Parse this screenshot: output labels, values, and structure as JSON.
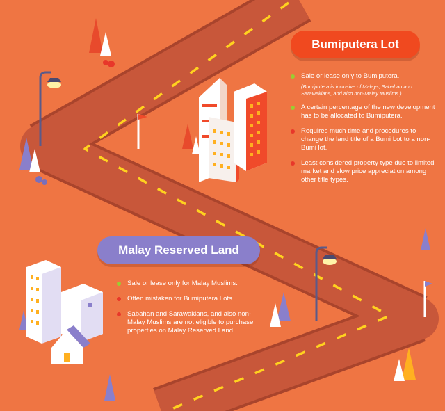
{
  "colors": {
    "background": "#ef7543",
    "road": "#c8573a",
    "road_edge": "#a9442c",
    "dash": "#ffd21f",
    "bumi_pill": "#f0491f",
    "malay_pill": "#8a7fcb",
    "bullet_green": "#9acd32",
    "bullet_red": "#e8372a"
  },
  "bumiputera": {
    "title": "Bumiputera Lot",
    "items": [
      {
        "text": "Sale or lease only to Bumiputera.",
        "note": "(Bumiputera is inclusive of Malays, Sabahan and Sarawakians, and also non-Malay Muslims.)",
        "bullet": "green"
      },
      {
        "text": "A certain percentage of the new development has to be allocated to Bumiputera.",
        "bullet": "green"
      },
      {
        "text": "Requires much time and procedures to change the land title of a Bumi Lot to a non-Bumi lot.",
        "bullet": "red"
      },
      {
        "text": "Least considered property type due to limited market and slow price appreciation among other title types.",
        "bullet": "red"
      }
    ]
  },
  "malay_reserved": {
    "title": "Malay Reserved Land",
    "items": [
      {
        "text": "Sale or lease only for Malay Muslims.",
        "bullet": "green"
      },
      {
        "text": "Often mistaken for Bumiputera Lots.",
        "bullet": "red"
      },
      {
        "text": "Sabahan and Sarawakians, and also non-Malay Muslims are not eligible to purchase properties on Malay Reserved Land.",
        "bullet": "red"
      }
    ]
  },
  "icons": [
    "street-lamp-icon",
    "tree-icon",
    "flag-icon",
    "tower-building-icon",
    "house-icon"
  ]
}
